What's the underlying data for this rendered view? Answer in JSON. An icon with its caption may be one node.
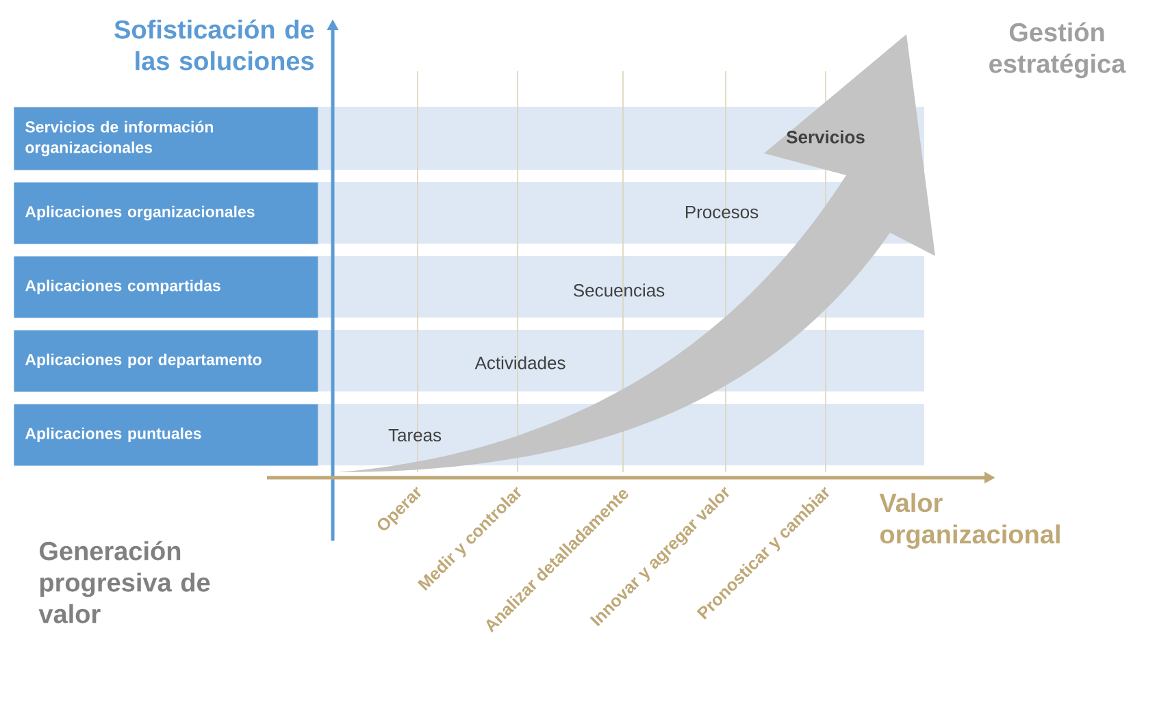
{
  "diagram": {
    "nodes": [
      {
        "text": [
          "Servicios de información organizacionales"
        ]
      },
      {
        "text": [
          "Aplicaciones organizacionales"
        ]
      },
      {
        "text": [
          "Aplicaciones compartidas"
        ]
      },
      {
        "text": [
          "Aplicaciones por departamento"
        ]
      },
      {
        "text": [
          "Aplicaciones puntuales"
        ]
      }
    ],
    "labels": [
      "Sofisticación de las soluciones",
      "Gestión estratégica",
      "Servicios",
      "Procesos",
      "Secuencias",
      "Actividades",
      "Tareas",
      "Operar",
      "Medir y controlar",
      "Analizar detalladamente",
      "Innovar y agregar valor",
      "Pronosticar y cambiar",
      "Valor organizacional",
      "Generación progresiva de valor"
    ]
  }
}
